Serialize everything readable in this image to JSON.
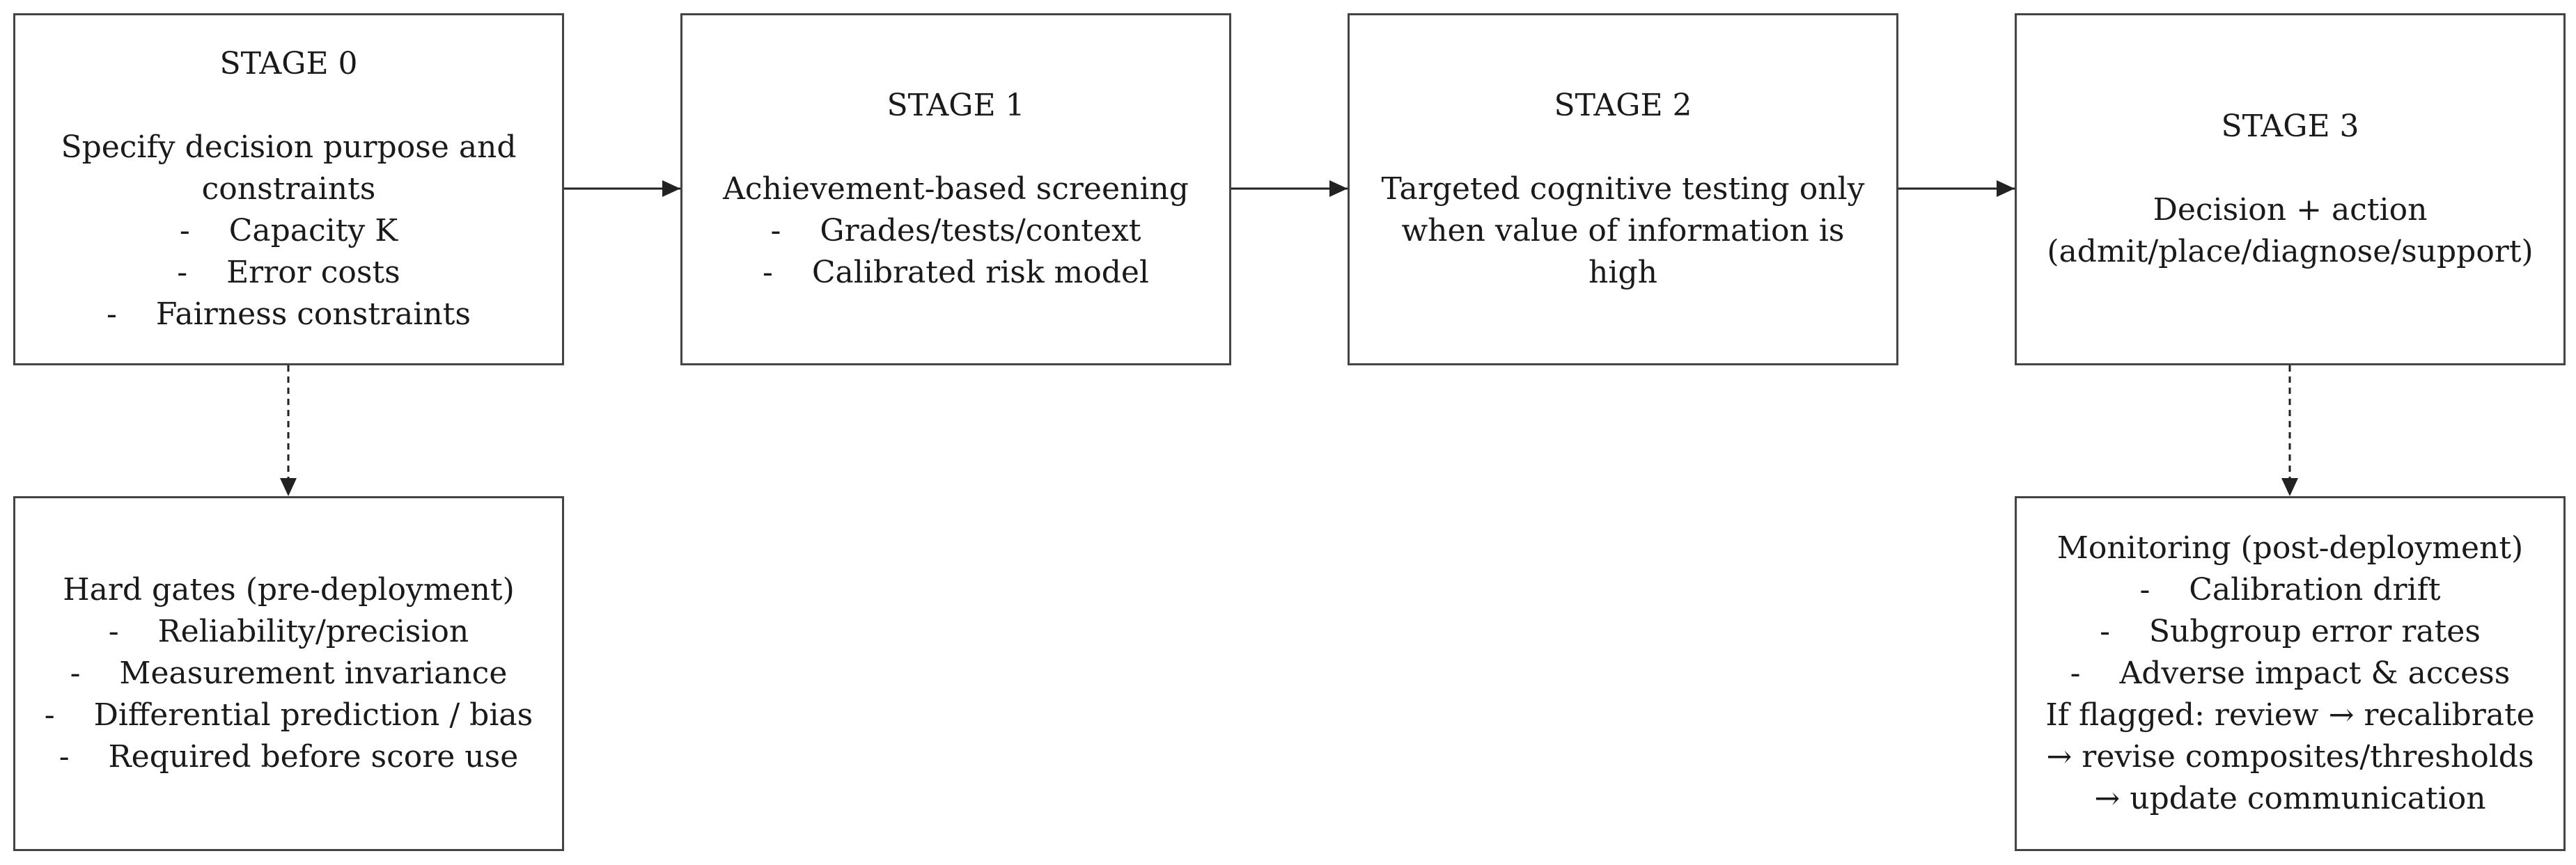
{
  "stage0": {
    "title": "STAGE 0",
    "desc_1": "Specify decision purpose and",
    "desc_2": "constraints",
    "items": [
      "Capacity K",
      "Error costs",
      "Fairness constraints"
    ]
  },
  "stage1": {
    "title": "STAGE 1",
    "desc": "Achievement-based screening",
    "items": [
      "Grades/tests/context",
      "Calibrated risk model"
    ]
  },
  "stage2": {
    "title": "STAGE 2",
    "desc_1": "Targeted cognitive testing only",
    "desc_2": "when value of information is",
    "desc_3": "high"
  },
  "stage3": {
    "title": "STAGE 3",
    "desc_1": "Decision + action",
    "desc_2": "(admit/place/diagnose/support)"
  },
  "hard_gates": {
    "title": "Hard gates (pre-deployment)",
    "items": [
      "Reliability/precision",
      "Measurement invariance",
      "Differential prediction / bias",
      "Required before score use"
    ]
  },
  "monitoring": {
    "title": "Monitoring (post-deployment)",
    "items": [
      "Calibration drift",
      "Subgroup error rates",
      "Adverse impact & access"
    ],
    "flag_1": "If flagged: review → recalibrate",
    "flag_2": "→ revise composites/thresholds",
    "flag_3": "→ update communication"
  },
  "colors": {
    "border": "#444444",
    "text": "#1a1a1a",
    "arrow": "#222222"
  }
}
